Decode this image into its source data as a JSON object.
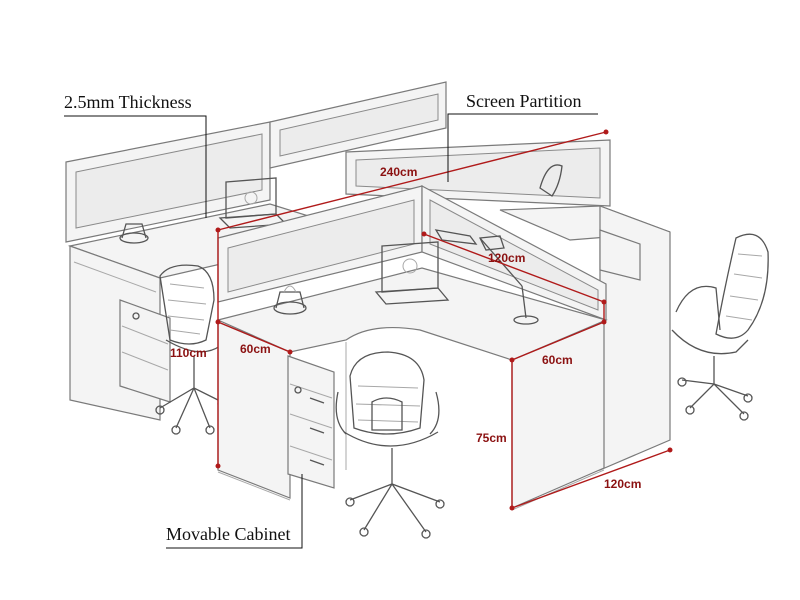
{
  "callouts": {
    "thickness": "2.5mm Thickness",
    "partition": "Screen Partition",
    "cabinet": "Movable Cabinet"
  },
  "dimensions": {
    "width_total": "240cm",
    "depth_top": "120cm",
    "depth_left": "110cm",
    "return_left": "60cm",
    "return_right": "60cm",
    "height": "75cm",
    "depth_bottom": "120cm"
  },
  "colors": {
    "dimension_line": "#b01a1a",
    "sketch_line": "#6d6d6d"
  }
}
